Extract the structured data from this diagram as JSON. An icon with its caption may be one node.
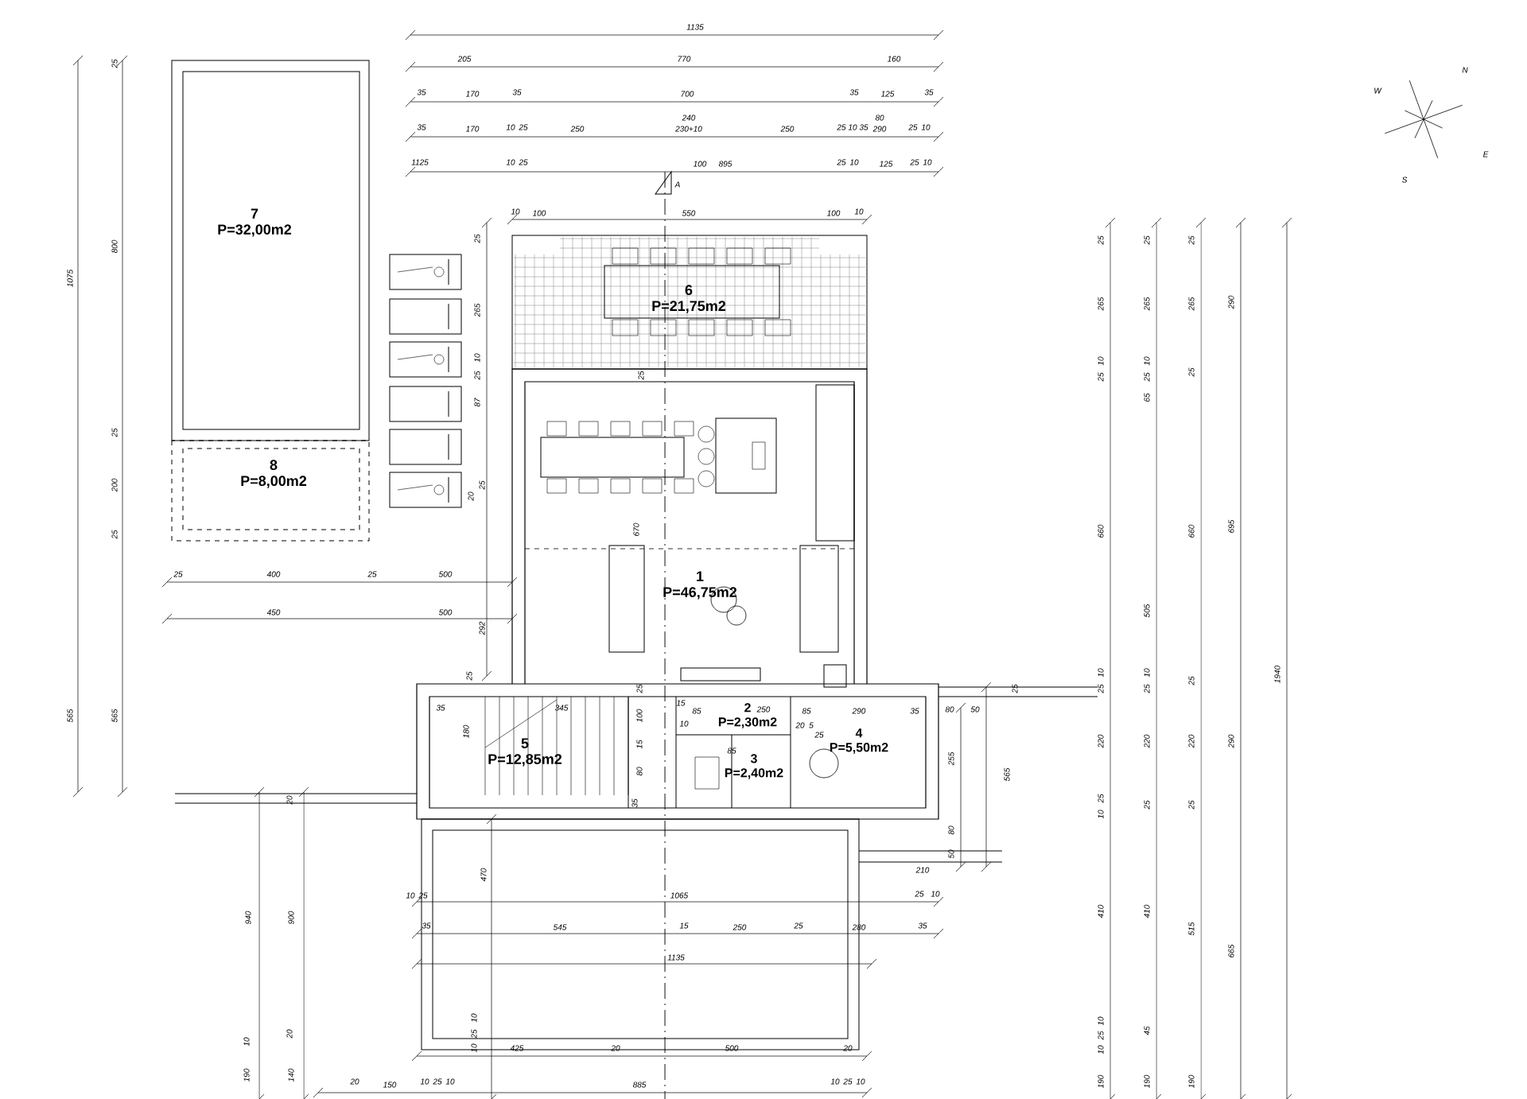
{
  "diagram": {
    "nodes": [
      {
        "text": [
          "7",
          "P=32,00m2"
        ]
      },
      {
        "text": [
          "8",
          "P=8,00m2"
        ]
      },
      {
        "text": [
          "6",
          "P=21,75m2"
        ]
      },
      {
        "text": [
          "1",
          "P=46,75m2"
        ]
      },
      {
        "text": [
          "5",
          "P=12,85m2"
        ]
      },
      {
        "text": [
          "2",
          "P=2,30m2"
        ]
      },
      {
        "text": [
          "3",
          "P=2,40m2"
        ]
      },
      {
        "text": [
          "4",
          "P=5,50m2"
        ]
      }
    ],
    "labels": [
      "1135",
      "205",
      "770",
      "160",
      "35",
      "170",
      "35",
      "700",
      "35",
      "125",
      "35",
      "35",
      "170",
      "10",
      "25",
      "250",
      "240",
      "230+10",
      "250",
      "25",
      "10",
      "35",
      "80",
      "290",
      "25",
      "10",
      "1125",
      "10",
      "25",
      "100",
      "895",
      "25",
      "10",
      "125",
      "25",
      "10",
      "10",
      "100",
      "550",
      "100",
      "10",
      "1075",
      "25",
      "800",
      "25",
      "200",
      "25",
      "565",
      "565",
      "25",
      "265",
      "25",
      "10",
      "87",
      "20",
      "25",
      "25",
      "400",
      "25",
      "500",
      "450",
      "500",
      "292",
      "670",
      "25",
      "25",
      "35",
      "180",
      "345",
      "25",
      "100",
      "15",
      "80",
      "35",
      "15",
      "85",
      "10",
      "250",
      "85",
      "20",
      "5",
      "25",
      "85",
      "290",
      "35",
      "80",
      "50",
      "25",
      "255",
      "565",
      "80",
      "50",
      "210",
      "470",
      "10",
      "25",
      "1065",
      "25",
      "10",
      "35",
      "545",
      "15",
      "250",
      "25",
      "280",
      "35",
      "1135",
      "10",
      "25",
      "10",
      "425",
      "20",
      "500",
      "20",
      "20",
      "940",
      "900",
      "10",
      "20",
      "190",
      "140",
      "20",
      "150",
      "10",
      "25",
      "10",
      "885",
      "10",
      "25",
      "10",
      "25",
      "265",
      "25",
      "10",
      "660",
      "25",
      "10",
      "220",
      "10",
      "25",
      "410",
      "10",
      "25",
      "10",
      "190",
      "25",
      "265",
      "25",
      "10",
      "65",
      "505",
      "25",
      "10",
      "220",
      "25",
      "410",
      "45",
      "190",
      "25",
      "265",
      "25",
      "660",
      "25",
      "220",
      "25",
      "515",
      "190",
      "290",
      "695",
      "290",
      "665",
      "1940",
      "N",
      "E",
      "S",
      "W",
      "A"
    ]
  }
}
